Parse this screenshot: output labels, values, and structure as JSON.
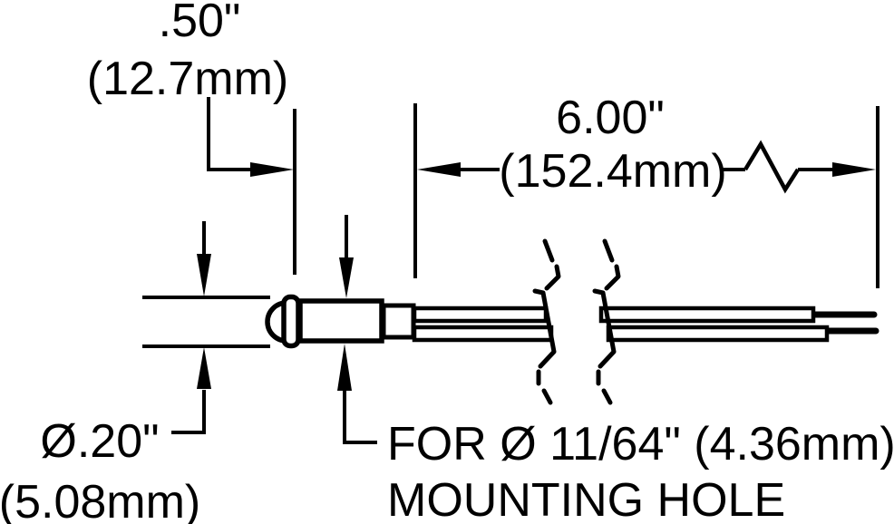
{
  "colors": {
    "ink": "#000000",
    "background": "#ffffff"
  },
  "labels": {
    "bezel_depth": {
      "inches": ".50\"",
      "metric": "(12.7mm)"
    },
    "lead_length": {
      "inches": "6.00\"",
      "metric": "(152.4mm)"
    },
    "lens_diameter": {
      "inches": "Ø.20\"",
      "metric": "(5.08mm)"
    },
    "mounting_note": {
      "line1": "FOR Ø 11/64\" (4.36mm)",
      "line2": "MOUNTING HOLE"
    }
  }
}
